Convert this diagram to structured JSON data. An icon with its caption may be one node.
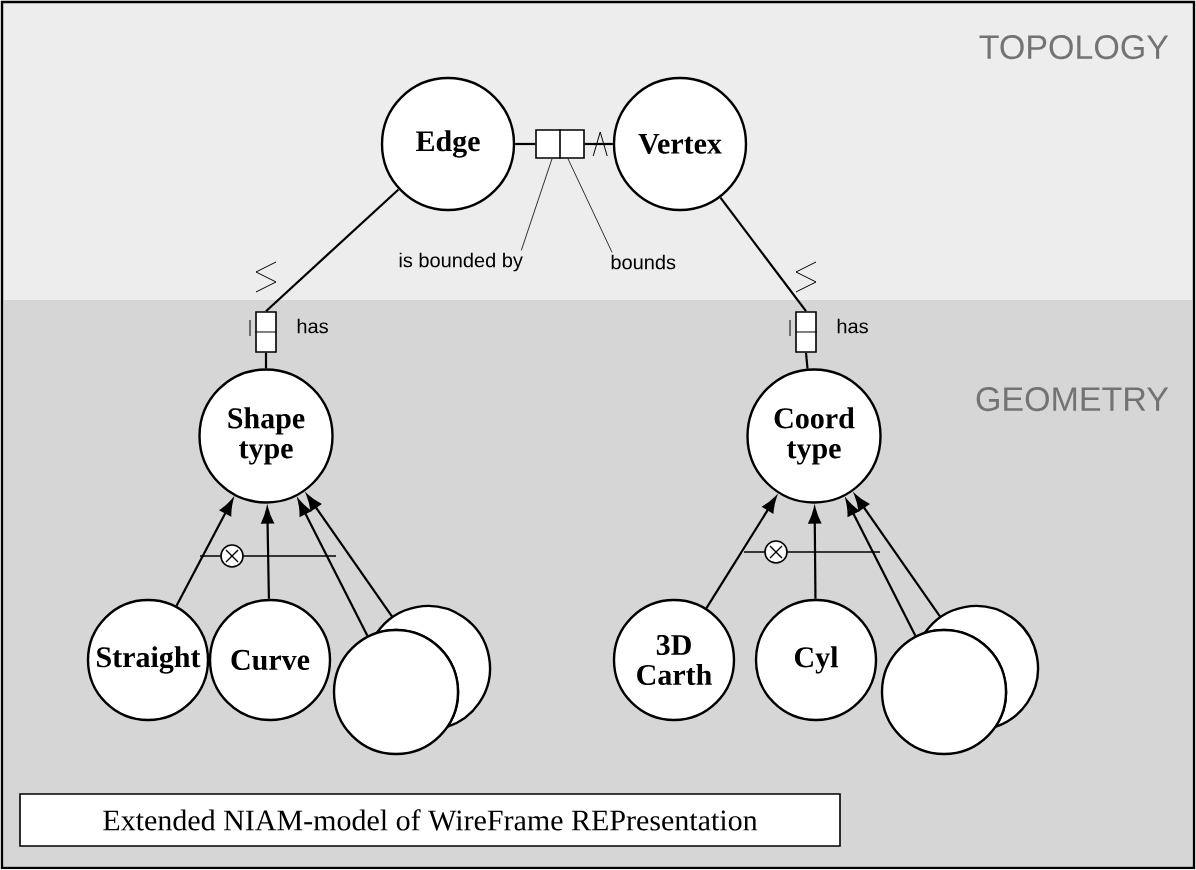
{
  "diagram": {
    "nodes": [
      {
        "text": [
          "Edge"
        ]
      },
      {
        "text": [],
        "shape": "box"
      },
      {
        "text": [
          "Vertex"
        ]
      },
      {
        "text": [
          "is bounded by"
        ]
      },
      {
        "text": [
          "bounds"
        ]
      },
      {
        "text": [],
        "shape": "box",
        "beside": [
          "has"
        ]
      },
      {
        "text": [],
        "shape": "box",
        "beside": [
          "has"
        ]
      },
      {
        "text": [
          "Shape type"
        ]
      },
      {
        "text": [
          "Coord type"
        ]
      },
      {
        "text": [
          "Straight"
        ]
      },
      {
        "text": [
          "Curve"
        ]
      },
      {
        "text": [],
        "shape": "circle"
      },
      {
        "text": [],
        "shape": "circle"
      },
      {
        "text": [
          "3D Carth"
        ]
      },
      {
        "text": [
          "Cyl"
        ]
      },
      {
        "text": [],
        "shape": "circle"
      },
      {
        "text": [],
        "shape": "circle"
      },
      {
        "text": [
          "Extended NIAM-model of WireFrame REPresentation"
        ]
      }
    ],
    "edges": [
      {
        "from": 0,
        "to": 1,
        "arrow": "none"
      },
      {
        "from": 1,
        "to": 2,
        "arrow": "other"
      },
      {
        "from": 3,
        "to": 1,
        "arrow": "none"
      },
      {
        "from": 4,
        "to": 1,
        "arrow": "none"
      },
      {
        "from": 0,
        "to": 5,
        "arrow": "none"
      },
      {
        "from": 5,
        "to": 7,
        "arrow": "none"
      },
      {
        "from": 2,
        "to": 6,
        "arrow": "none"
      },
      {
        "from": 6,
        "to": 8,
        "arrow": "none"
      },
      {
        "from": 9,
        "to": 7,
        "arrow": "to"
      },
      {
        "from": 10,
        "to": 7,
        "arrow": "to"
      },
      {
        "from": 11,
        "to": 7,
        "arrow": "to"
      },
      {
        "from": 12,
        "to": 7,
        "arrow": "to"
      },
      {
        "from": 13,
        "to": 8,
        "arrow": "to"
      },
      {
        "from": 14,
        "to": 8,
        "arrow": "to"
      },
      {
        "from": 15,
        "to": 8,
        "arrow": "to"
      },
      {
        "from": 16,
        "to": 8,
        "arrow": "to"
      }
    ],
    "labels": [
      "TOPOLOGY",
      "GEOMETRY"
    ]
  }
}
